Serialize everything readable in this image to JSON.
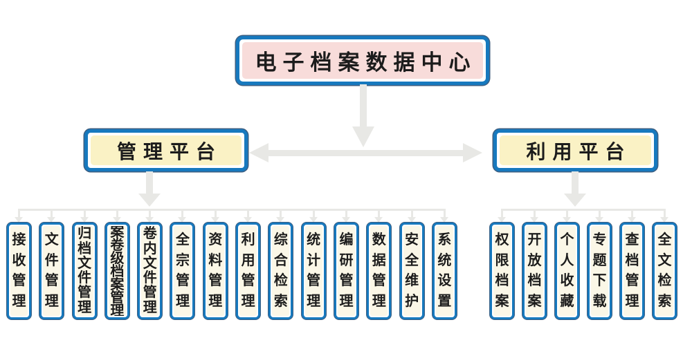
{
  "root": {
    "label": "电子档案数据中心"
  },
  "platforms": {
    "management": {
      "label": "管理平台",
      "modules": [
        "接收管理",
        "文件管理",
        "归档文件管理",
        "案卷级档案管理",
        "卷内文件管理",
        "全宗管理",
        "资料管理",
        "利用管理",
        "综合检索",
        "统计管理",
        "编研管理",
        "数据管理",
        "安全维护",
        "系统设置"
      ]
    },
    "utilization": {
      "label": "利用平台",
      "modules": [
        "权限档案",
        "开放档案",
        "个人收藏",
        "专题下载",
        "查档管理",
        "全文检索"
      ]
    }
  },
  "colors": {
    "node_border_blue": "#1779BE",
    "root_fill_pink": "#F8DCDA",
    "platform_fill_yellow": "#FAF2C5",
    "module_fill_cream": "#FBF7E7",
    "connector_gray": "#E8E8E5",
    "text": "#1C1C1C"
  }
}
